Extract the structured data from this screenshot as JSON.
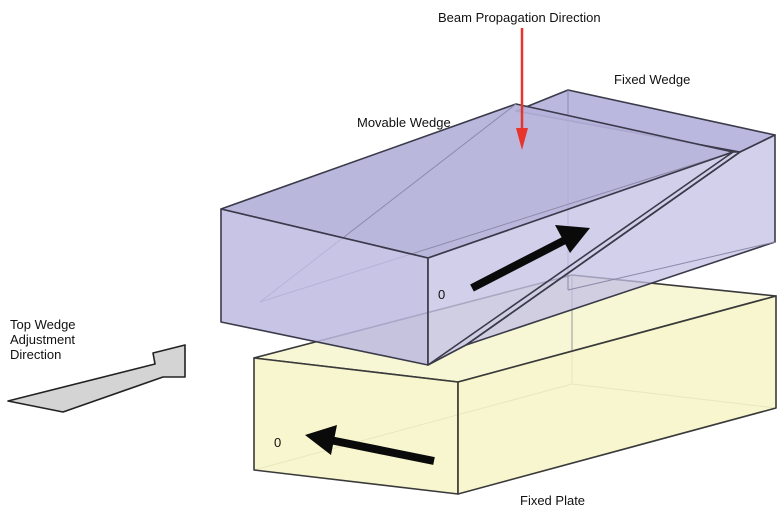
{
  "labels": {
    "beam": "Beam Propagation Direction",
    "fixed_wedge": "Fixed Wedge",
    "movable_wedge": "Movable Wedge",
    "top_wedge_line1": "Top Wedge",
    "top_wedge_line2": "Adjustment",
    "top_wedge_line3": "Direction",
    "fixed_plate": "Fixed Plate",
    "zero_top": "0",
    "zero_bottom": "0"
  },
  "colors": {
    "wedge_fill": "#b9b6dc",
    "wedge_edge": "#3a3a4a",
    "plate_fill": "#f6f4c6",
    "plate_edge": "#3a3a3a",
    "beam_arrow": "#e8342a",
    "motion_arrow": "#0a0a0a",
    "adjust_arrow_fill": "#d4d4d4"
  },
  "icons": {
    "beam": "red-down-arrow",
    "top_motion": "black-diagonal-arrow",
    "bottom_motion": "black-left-arrow",
    "adjustment": "gray-block-arrow"
  }
}
